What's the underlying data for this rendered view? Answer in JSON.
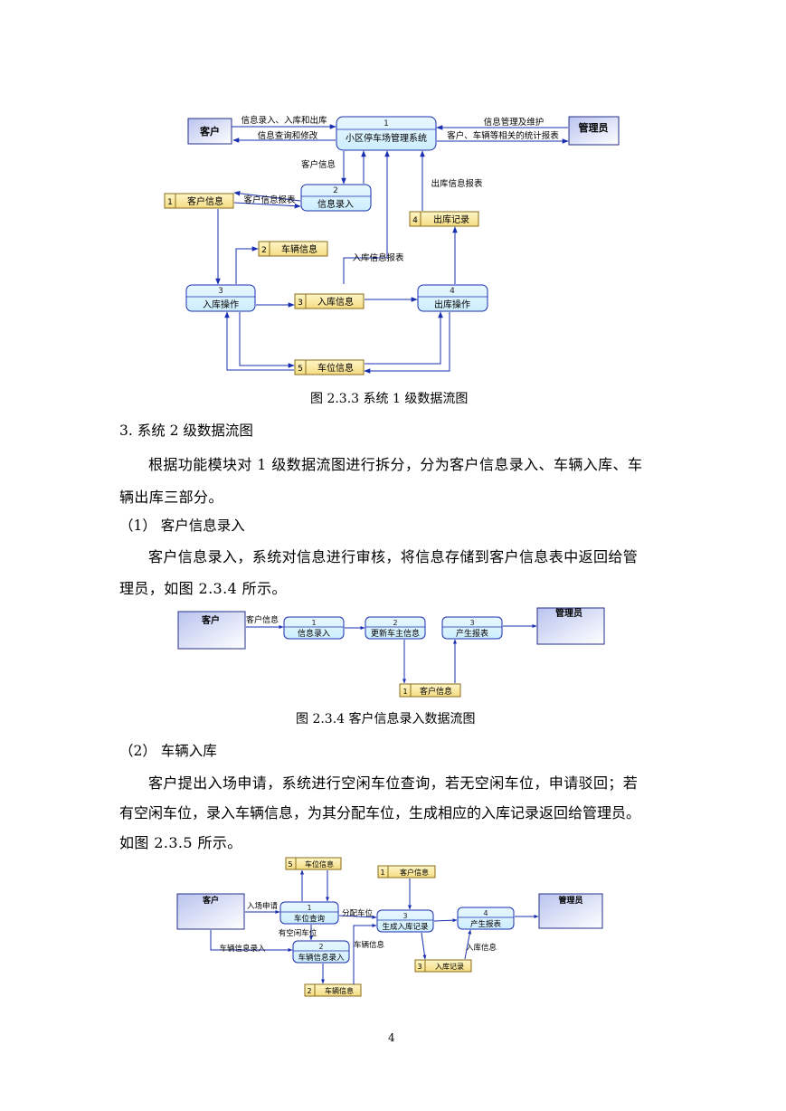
{
  "diagram1": {
    "entity_customer": "客户",
    "entity_admin": "管理员",
    "process_main_num": "1",
    "process_main_label": "小区停车场管理系统",
    "process_info_entry_num": "2",
    "process_info_entry_label": "信息录入",
    "process_in_num": "3",
    "process_in_label": "入库操作",
    "process_out_num": "4",
    "process_out_label": "出库操作",
    "store_customer_num": "1",
    "store_customer_label": "客户信息",
    "store_vehicle_num": "2",
    "store_vehicle_label": "车辆信息",
    "store_in_num": "3",
    "store_in_label": "入库信息",
    "store_out_num": "4",
    "store_out_label": "出库记录",
    "store_space_num": "5",
    "store_space_label": "车位信息",
    "flow_entry_in": "信息录入、入库和出库",
    "flow_query": "信息查询和修改",
    "flow_maintain": "信息管理及维护",
    "flow_stats": "客户、车辆等相关的统计报表",
    "flow_customer_info": "客户信息",
    "flow_customer_report": "客户信息报表",
    "flow_out_report": "出库信息报表",
    "flow_in_report": "入库信息报表"
  },
  "caption1": "图 2.3.3  系统 1 级数据流图",
  "heading3": "3.  系统 2 级数据流图",
  "para1_line1": "根据功能模块对 1 级数据流图进行拆分，分为客户信息录入、车辆入库、车",
  "para1_line2": "辆出库三部分。",
  "sub1": "（1）  客户信息录入",
  "para2_line1": "客户信息录入，系统对信息进行审核，将信息存储到客户信息表中返回给管",
  "para2_line2": "理员，如图 2.3.4 所示。",
  "diagram2": {
    "entity_customer": "客户",
    "entity_admin": "管理员",
    "flow_customer_info": "客户信息",
    "p1_num": "1",
    "p1_label": "信息录入",
    "p2_num": "2",
    "p2_label": "更新车主信息",
    "p3_num": "3",
    "p3_label": "产生报表",
    "store_num": "1",
    "store_label": "客户信息"
  },
  "caption2": "图 2.3.4  客户信息录入数据流图",
  "sub2": "（2）  车辆入库",
  "para3_line1": "客户提出入场申请，系统进行空闲车位查询，若无空闲车位，申请驳回；若",
  "para3_line2": "有空闲车位，录入车辆信息，为其分配车位，生成相应的入库记录返回给管理员。",
  "para3_line3": "如图 2.3.5 所示。",
  "diagram3": {
    "entity_customer": "客户",
    "entity_admin": "管理员",
    "store_space_num": "5",
    "store_space_label": "车位信息",
    "store_customer_num": "1",
    "store_customer_label": "客户信息",
    "p1_num": "1",
    "p1_label": "车位查询",
    "p2_num": "2",
    "p2_label": "车辆信息录入",
    "p3_num": "3",
    "p3_label": "生成入库记录",
    "p4_num": "4",
    "p4_label": "产生报表",
    "store_in_num": "3",
    "store_in_label": "入库记录",
    "store_vehicle_num": "2",
    "store_vehicle_label": "车辆信息",
    "flow_apply": "入场申请",
    "flow_assign": "分配车位",
    "flow_free": "有空闲车位",
    "flow_vehicle_entry": "车辆信息录入",
    "flow_vehicle_info": "车辆信息",
    "flow_in_info": "入库信息"
  },
  "page_number": "4"
}
